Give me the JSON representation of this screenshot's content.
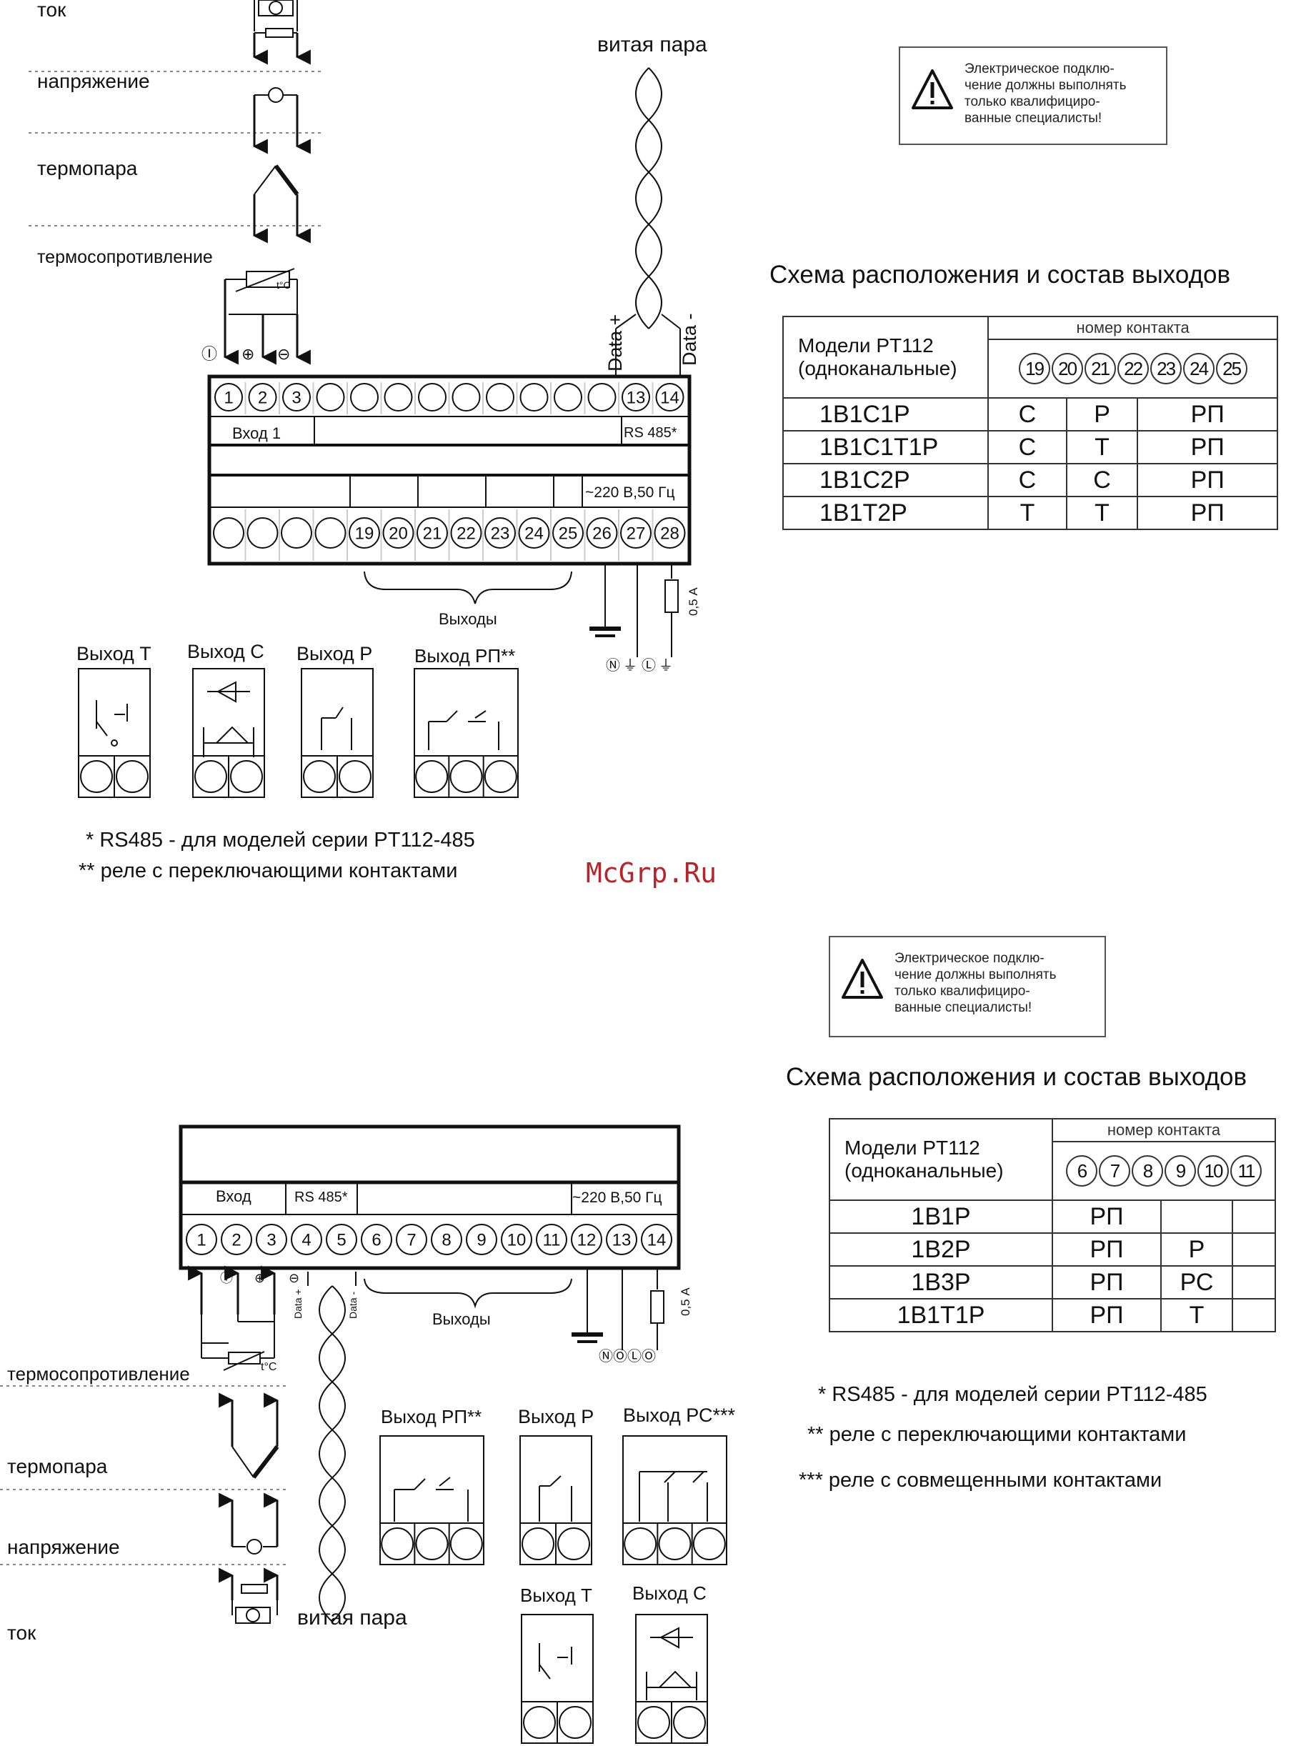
{
  "diagram1": {
    "sensor_labels": {
      "current": "ток",
      "voltage": "напряжение",
      "thermocouple": "термопара",
      "rtd": "термосопротивление"
    },
    "rtd_unit": "t°C",
    "pin_marks": [
      "Ⓘ",
      "⊕",
      "⊖"
    ],
    "twisted_pair": "витая пара",
    "data_plus": "Data +",
    "data_minus": "Data -",
    "top_pins": [
      "1",
      "2",
      "3",
      "",
      "",
      "",
      "",
      "",
      "",
      "",
      "",
      "",
      "13",
      "14"
    ],
    "input_label": "Вход 1",
    "rs485_label": "RS 485*",
    "power_label": "~220 В,50 Гц",
    "bottom_pins": [
      "",
      "",
      "",
      "",
      "19",
      "20",
      "21",
      "22",
      "23",
      "24",
      "25",
      "26",
      "27",
      "28"
    ],
    "outputs_label": "Выходы",
    "fuse": "0,5 А",
    "mains": [
      "Ⓝ",
      "⏚",
      "Ⓛ",
      "⏚"
    ],
    "output_types": [
      "Выход Т",
      "Выход С",
      "Выход Р",
      "Выход РП**"
    ],
    "notes": [
      "* RS485 - для моделей серии PT112-485",
      "** реле с переключающими контактами"
    ]
  },
  "warning_text": "Электрическое подклю-\nчение должны выполнять\nтолько квалифициро-\nванные специалисты!",
  "table1": {
    "title": "Схема расположения и состав выходов",
    "models_header": "Модели PT112\n(одноканальные)",
    "contact_header": "номер контакта",
    "pins": [
      "19",
      "20",
      "21",
      "22",
      "23",
      "24",
      "25"
    ],
    "rows": [
      {
        "model": "1В1С1Р",
        "a": "С",
        "b": "Р",
        "c": "РП"
      },
      {
        "model": "1В1С1Т1Р",
        "a": "С",
        "b": "Т",
        "c": "РП"
      },
      {
        "model": "1В1С2Р",
        "a": "С",
        "b": "С",
        "c": "РП"
      },
      {
        "model": "1В1Т2Р",
        "a": "Т",
        "b": "Т",
        "c": "РП"
      }
    ]
  },
  "watermark": "McGrp.Ru",
  "diagram2": {
    "input_label": "Вход",
    "rs485_label": "RS 485*",
    "power_label": "~220 В,50 Гц",
    "pins": [
      "1",
      "2",
      "3",
      "4",
      "5",
      "6",
      "7",
      "8",
      "9",
      "10",
      "11",
      "12",
      "13",
      "14"
    ],
    "data_plus": "Data +",
    "data_minus": "Data -",
    "outputs_label": "Выходы",
    "fuse": "0,5 А",
    "sensor_labels": {
      "rtd": "термосопротивление",
      "thermocouple": "термопара",
      "voltage": "напряжение",
      "current": "ток"
    },
    "rtd_unit": "t°C",
    "twisted_pair": "витая пара",
    "output_types": [
      "Выход РП**",
      "Выход Р",
      "Выход РС***",
      "Выход Т",
      "Выход С"
    ]
  },
  "table2": {
    "title": "Схема расположения и состав выходов",
    "models_header": "Модели PT112\n(одноканальные)",
    "contact_header": "номер контакта",
    "pins": [
      "6",
      "7",
      "8",
      "9",
      "10",
      "11"
    ],
    "rows": [
      {
        "model": "1В1Р",
        "a": "РП",
        "b": ""
      },
      {
        "model": "1В2Р",
        "a": "РП",
        "b": "Р"
      },
      {
        "model": "1В3Р",
        "a": "РП",
        "b": "РС"
      },
      {
        "model": "1В1Т1Р",
        "a": "РП",
        "b": "Т"
      }
    ]
  },
  "notes2": [
    "* RS485 - для моделей серии PT112-485",
    "** реле с переключающими контактами",
    "*** реле с совмещенными контактами"
  ]
}
